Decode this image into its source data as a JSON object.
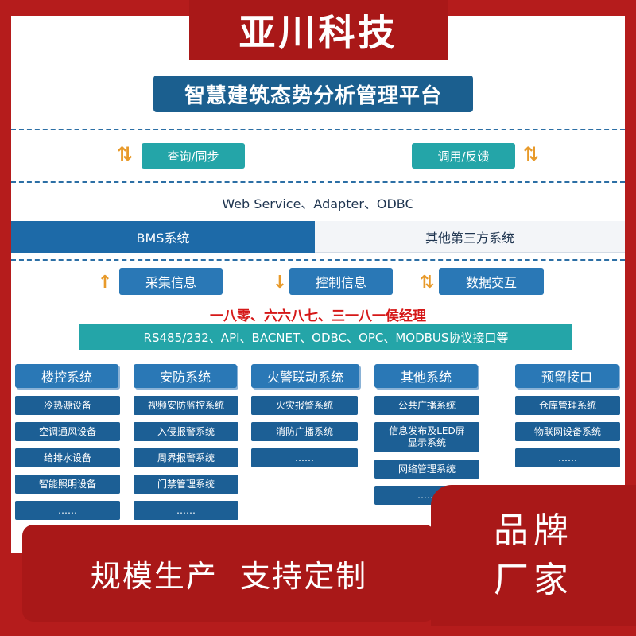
{
  "brand": {
    "top": "亚川科技",
    "corner_line1": "品牌",
    "corner_line2": "厂家"
  },
  "title": "智慧建筑态势分析管理平台",
  "sync_row": {
    "left_label": "查询/同步",
    "right_label": "调用/反馈",
    "arrow_glyph": "⇅"
  },
  "protocols_top": "Web Service、Adapter、ODBC",
  "systems_row": {
    "left": "BMS系统",
    "right": "其他第三方系统"
  },
  "info_row": {
    "collect": "采集信息",
    "control": "控制信息",
    "exchange": "数据交互",
    "up_arrow": "↑",
    "down_arrow": "↓",
    "both_arrow": "⇅"
  },
  "watermark_note": "一八零、六六八七、三一八一侯经理",
  "protocols_bottom": "RS485/232、API、BACNET、ODBC、OPC、MODBUS协议接口等",
  "columns": [
    {
      "title": "楼控系统",
      "items": [
        "冷热源设备",
        "空调通风设备",
        "给排水设备",
        "智能照明设备",
        "……"
      ]
    },
    {
      "title": "安防系统",
      "items": [
        "视频安防监控系统",
        "入侵报警系统",
        "周界报警系统",
        "门禁管理系统",
        "……"
      ]
    },
    {
      "title": "火警联动系统",
      "items": [
        "火灾报警系统",
        "消防广播系统",
        "……"
      ]
    },
    {
      "title": "其他系统",
      "items": [
        "公共广播系统",
        "信息发布及LED屏显示系统",
        "网络管理系统",
        "……"
      ]
    },
    {
      "title": "预留接口",
      "items": [
        "仓库管理系统",
        "物联网设备系统",
        "……"
      ]
    }
  ],
  "bottom_banner": "规模生产  支持定制",
  "colors": {
    "brand_red": "#a91818",
    "teal": "#24a5a8",
    "dark_blue": "#1c5f95",
    "accent_orange": "#e89a2a"
  }
}
